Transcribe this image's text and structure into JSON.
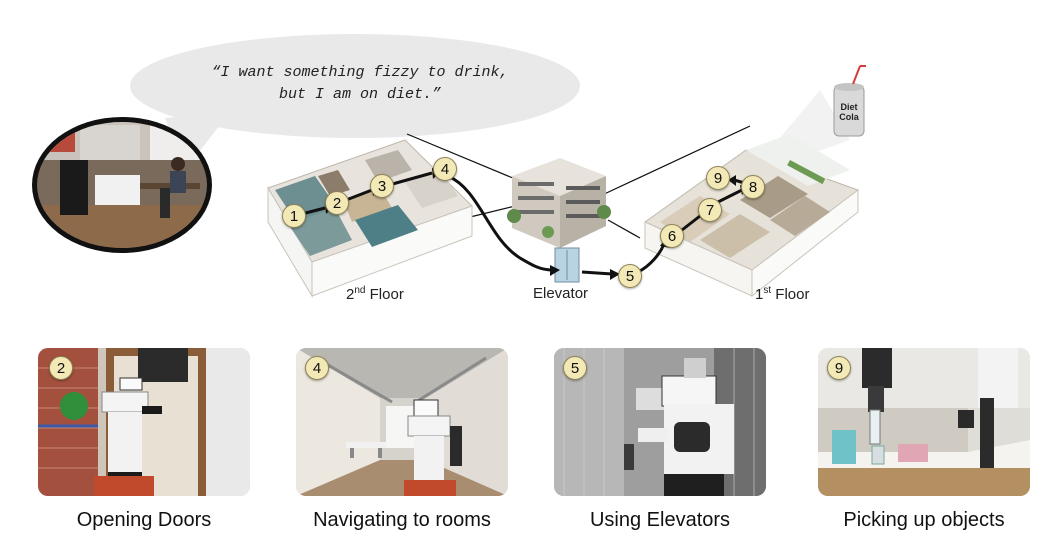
{
  "speech": {
    "line1": "“I want something fizzy to drink,",
    "line2": "but I am on diet.”"
  },
  "can_label": {
    "line1": "Diet",
    "line2": "Cola"
  },
  "floors": {
    "second_label": "Floor",
    "second_ordinal": "2",
    "second_sup": "nd",
    "first_label": "Floor",
    "first_ordinal": "1",
    "first_sup": "st",
    "elevator_label": "Elevator"
  },
  "route_steps": [
    "1",
    "2",
    "3",
    "4",
    "5",
    "6",
    "7",
    "8",
    "9"
  ],
  "panels": [
    {
      "step": "2",
      "caption": "Opening Doors"
    },
    {
      "step": "4",
      "caption": "Navigating to rooms"
    },
    {
      "step": "5",
      "caption": "Using Elevators"
    },
    {
      "step": "9",
      "caption": "Picking up objects"
    }
  ],
  "colors": {
    "badge_fill": "#f3e9b6",
    "route_arrow": "#111111",
    "bubble": "#e9e9e9"
  }
}
